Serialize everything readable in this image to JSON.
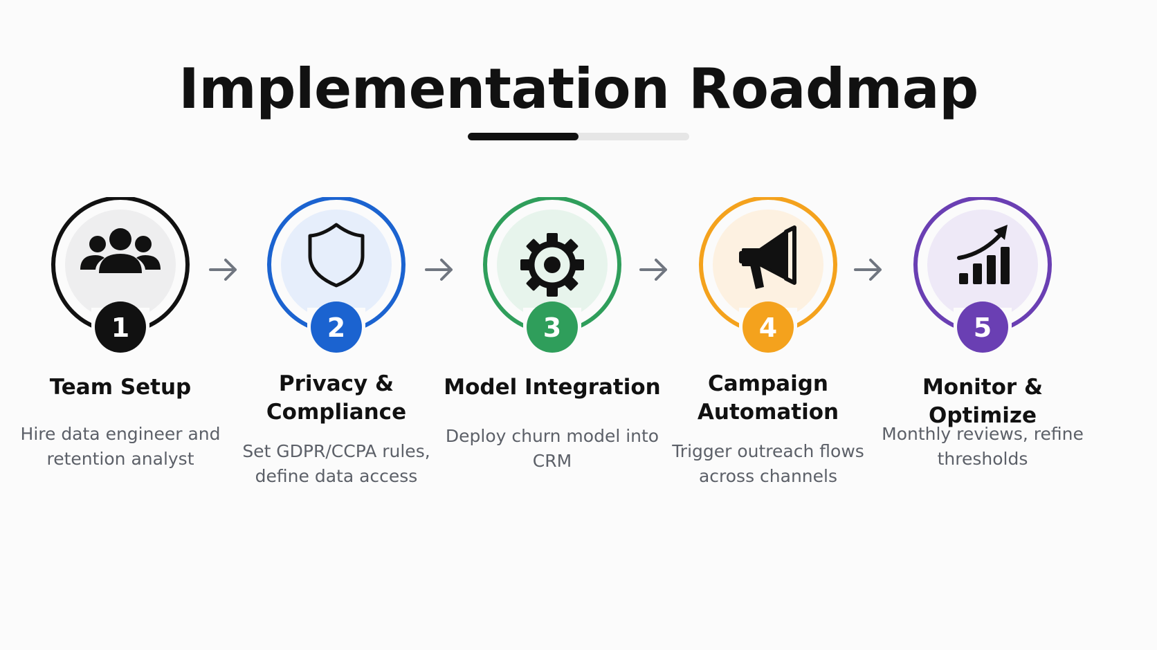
{
  "title": "Implementation Roadmap",
  "title_progress": 0.5,
  "steps": [
    {
      "number": "1",
      "title": "Team Setup",
      "description": "Hire data engineer and retention analyst",
      "color": "#111111",
      "tint": "#eeeeef",
      "icon": "team-icon"
    },
    {
      "number": "2",
      "title": "Privacy & Compliance",
      "description": "Set GDPR/CCPA rules, define data access",
      "color": "#1b63d0",
      "tint": "#e6eefb",
      "icon": "shield-icon"
    },
    {
      "number": "3",
      "title": "Model Integration",
      "description": "Deploy churn model into CRM",
      "color": "#2f9e5b",
      "tint": "#e7f4ec",
      "icon": "gear-icon"
    },
    {
      "number": "4",
      "title": "Campaign Automation",
      "description": "Trigger outreach flows across channels",
      "color": "#f4a21d",
      "tint": "#fdf1e1",
      "icon": "megaphone-icon"
    },
    {
      "number": "5",
      "title": "Monitor & Optimize",
      "description": "Monthly reviews, refine thresholds",
      "color": "#6a3fb3",
      "tint": "#eee9f7",
      "icon": "growth-chart-icon"
    }
  ]
}
